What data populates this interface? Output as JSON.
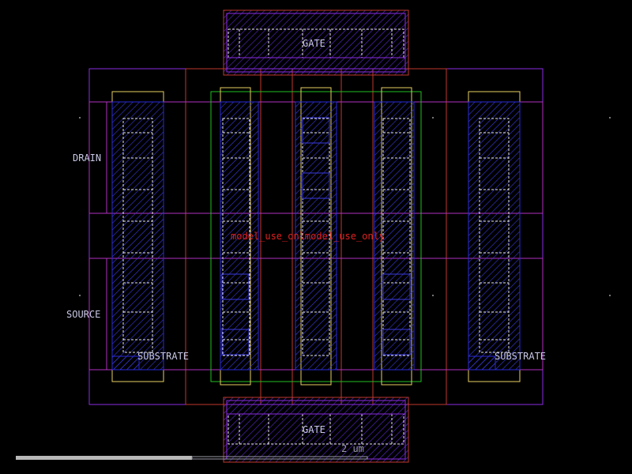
{
  "labels": {
    "gate_top": "GATE",
    "gate_bottom": "GATE",
    "drain": "DRAIN",
    "source": "SOURCE",
    "substrate_left": "SUBSTRATE",
    "substrate_right": "SUBSTRATE",
    "model_use": "model_use_onlmodel_use_only"
  },
  "scale_bar": {
    "label": "2 um"
  },
  "colors": {
    "background": "#000000",
    "outline_purple": "#8a2be2",
    "metal_blue": "#2a2ad8",
    "poly_red": "#c0392b",
    "nwell_green": "#22c022",
    "implant_yellow": "#e8d060",
    "marker_magenta": "#b030c0",
    "via_white": "#e8e8e8",
    "text_red": "#e02020",
    "text_white": "#c8c8e6"
  }
}
